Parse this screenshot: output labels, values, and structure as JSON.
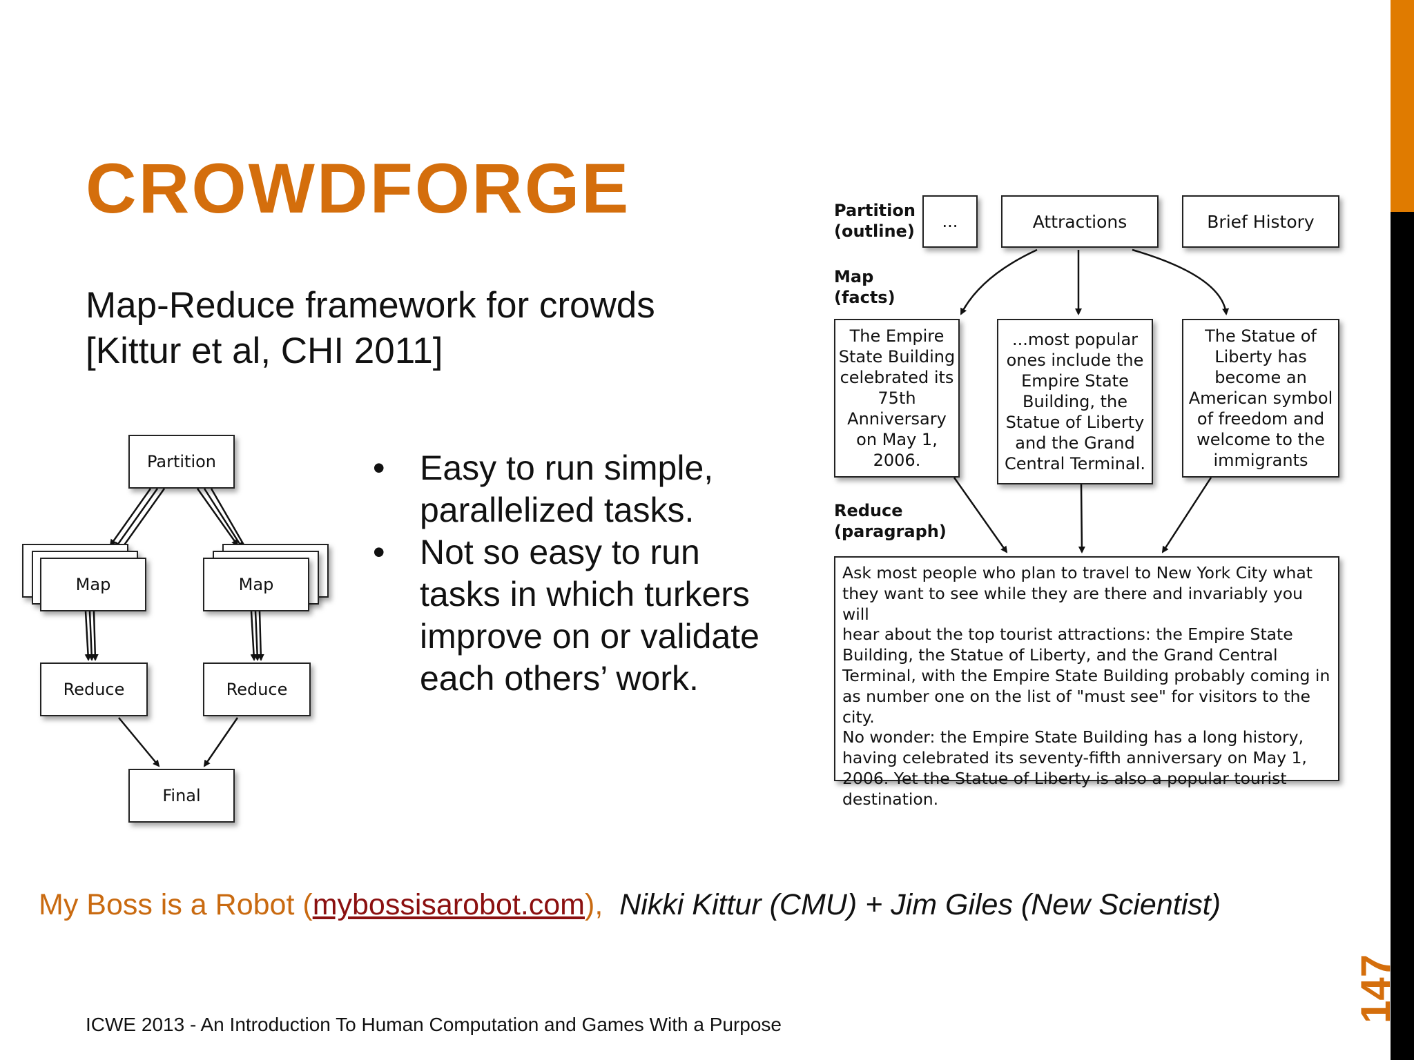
{
  "slide": {
    "title": "CROWDFORGE",
    "subtitle_line1": "Map-Reduce framework for crowds",
    "subtitle_line2": "[Kittur et al, CHI 2011]",
    "bullets": [
      {
        "marker": "•",
        "line1": "Easy to run simple,",
        "line2": "parallelized tasks."
      },
      {
        "marker": "•",
        "line1": "Not so easy to run",
        "line2": "tasks in which turkers",
        "line3": "improve on or validate",
        "line4": "each others’ work."
      }
    ],
    "accent_color": "#d46e0c",
    "page_number": "147"
  },
  "left_diagram": {
    "partition": "Partition",
    "map_left": "Map",
    "map_right": "Map",
    "reduce_left": "Reduce",
    "reduce_right": "Reduce",
    "final": "Final"
  },
  "right_diagram": {
    "partition_label": "Partition",
    "partition_sub": "(outline)",
    "map_label": "Map",
    "map_sub": "(facts)",
    "reduce_label": "Reduce",
    "reduce_sub": "(paragraph)",
    "outline_boxes": [
      "...",
      "Attractions",
      "Brief History"
    ],
    "facts": [
      [
        "The Empire",
        "State Building",
        "celebrated its",
        "75th",
        "Anniversary",
        "on May 1,",
        "2006."
      ],
      [
        "...most popular",
        "ones include the",
        "Empire State",
        "Building, the",
        "Statue of Liberty",
        "and the Grand",
        "Central Terminal."
      ],
      [
        "The Statue of",
        "Liberty has",
        "become an",
        "American symbol",
        "of freedom and",
        "welcome to the",
        "immigrants"
      ]
    ],
    "paragraph": [
      "Ask most people who plan to travel to New York City what",
      "they want to see while they are there and invariably you will",
      "hear about the top tourist attractions:  the Empire State",
      "Building, the Statue of Liberty, and the Grand Central",
      "Terminal, with the Empire State Building probably coming in",
      "as number one on the list of \"must see\" for visitors to the city.",
      "No wonder:  the Empire State Building has a long history,",
      "having celebrated its seventy-fifth anniversary on May 1,",
      "2006.  Yet the Statue of Liberty is also a popular tourist",
      "destination."
    ]
  },
  "footer": {
    "credit_prefix": "My Boss is a Robot (",
    "credit_link": "mybossisarobot.com",
    "credit_suffix": "),",
    "credit_authors": "Nikki Kittur (CMU) + Jim Giles (New Scientist)",
    "conference_note": "ICWE 2013 - An Introduction To Human Computation and Games With a Purpose"
  }
}
